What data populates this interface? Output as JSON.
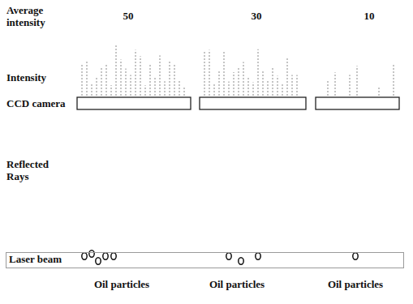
{
  "diagram": {
    "nodes": [
      {
        "text": [
          "Laser beam"
        ]
      }
    ],
    "labels": [
      "Average intensity",
      "50",
      "30",
      "10",
      "Intensity",
      "CCD camera",
      "Reflected Rays",
      "Oil particles",
      "Oil particles",
      "Oil particles"
    ]
  }
}
